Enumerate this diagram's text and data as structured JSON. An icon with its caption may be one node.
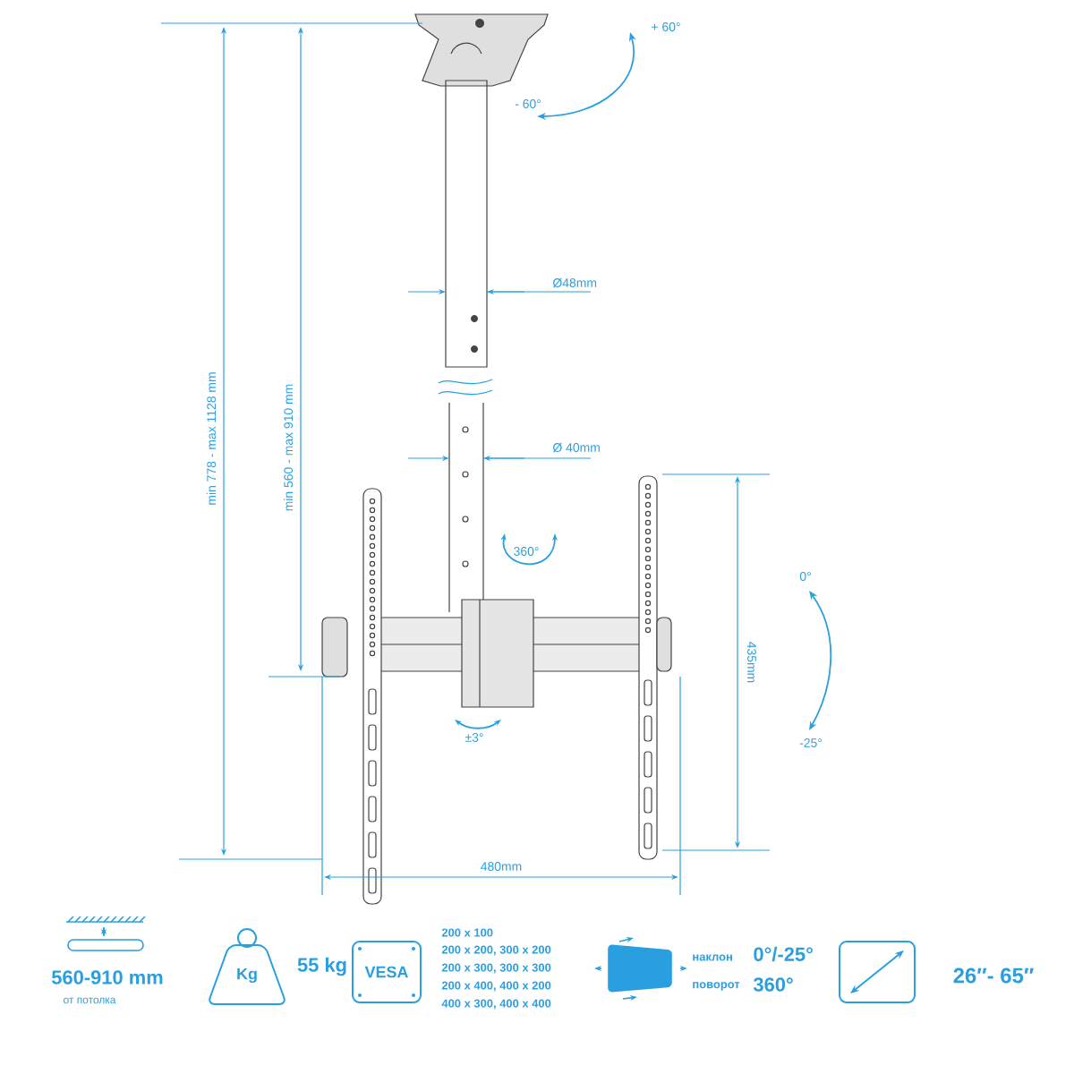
{
  "diagram": {
    "nodes": [
      {
        "text": [
          "Kg"
        ]
      },
      {
        "text": [
          "VESA"
        ]
      }
    ],
    "labels": [
      "+ 60°",
      "- 60°",
      "min 778 - max 1128 mm",
      "min 560 - max 910 mm",
      "Ø48mm",
      "Ø 40mm",
      "360°",
      "0°",
      "435mm",
      "±3°",
      "-25°",
      "480mm",
      "560-910 mm",
      "от потолка",
      "55 kg",
      "200 x 100",
      "200 x 200, 300 x 200",
      "200 x 300, 300 x 300",
      "200 x 400, 400 x 200",
      "400 x 300, 400 x 400",
      "наклон",
      "0°/-25°",
      "поворот",
      "360°",
      "26″- 65″"
    ]
  }
}
